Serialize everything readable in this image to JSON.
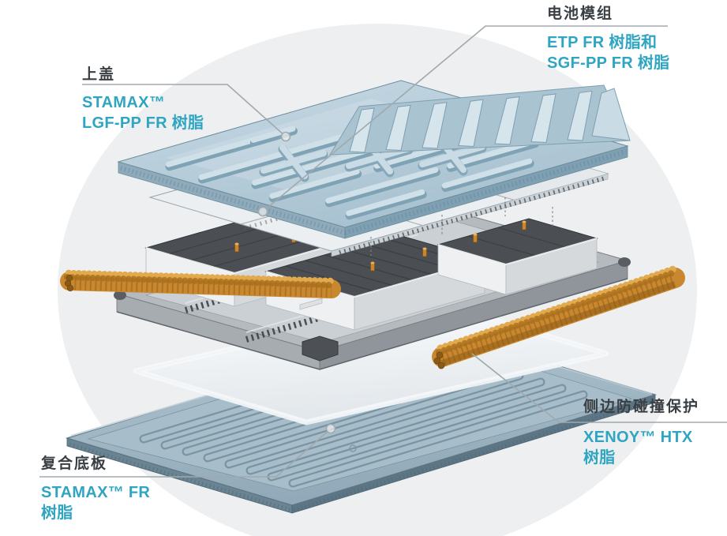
{
  "callouts": {
    "top_cover": {
      "heading": "上盖",
      "material_line1": "STAMAX™",
      "material_line2": "LGF-PP FR 树脂"
    },
    "battery_module": {
      "heading": "电池模组",
      "material_line1": "ETP FR 树脂和",
      "material_line2": "SGF-PP FR 树脂"
    },
    "side_impact_protection": {
      "heading": "侧边防碰撞保护",
      "material_line1": "XENOY™ HTX",
      "material_line2": "树脂"
    },
    "composite_bottom_plate": {
      "heading": "复合底板",
      "material_line1": "STAMAX™ FR",
      "material_line2": "树脂"
    }
  },
  "diagram": {
    "type": "exploded-view battery pack illustration",
    "layers": [
      "top-cover",
      "module-lids",
      "battery-modules",
      "carrier-tray",
      "side-impact-absorber-left",
      "side-impact-absorber-right",
      "underlay-sheet",
      "composite-bottom-plate"
    ]
  },
  "colors": {
    "accent_teal": "#2fa5c2",
    "heading_text": "#3a3f43",
    "leader_line": "#a0a9ad",
    "background_blob": "#edeff0",
    "cover_blue": "#b7ced9",
    "module_dark": "#4b4f53",
    "module_case_white": "#eef0f1",
    "tray_gray": "#c9ced2",
    "impact_absorber_orange": "#cf8d2e",
    "underlay_sheet_white": "#f5f7f9",
    "bottom_plate_blue": "#a3b9c6"
  }
}
